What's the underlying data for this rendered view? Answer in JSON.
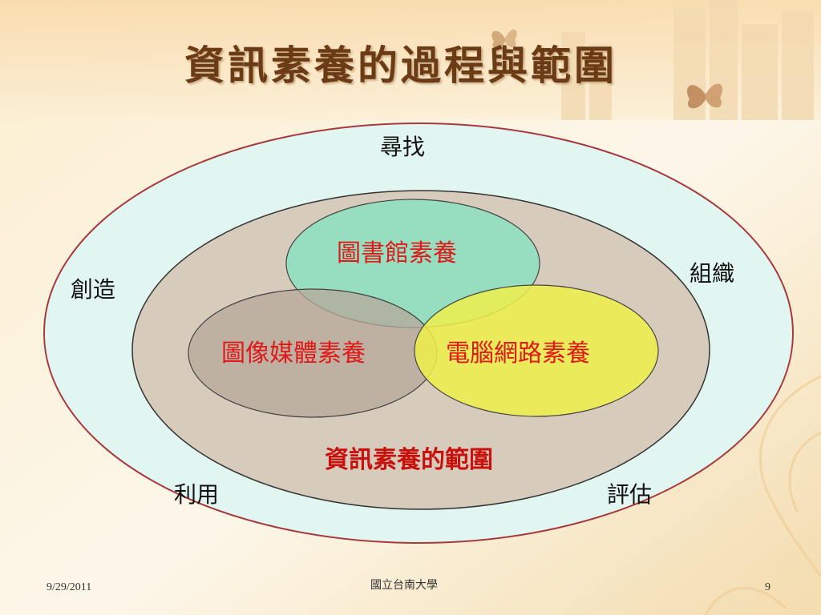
{
  "slide": {
    "title": "資訊素養的過程與範圍",
    "process_labels": {
      "top": "尋找",
      "left": "創造",
      "right": "組織",
      "bottom_left": "利用",
      "bottom_right": "評估"
    },
    "scope_label": "資訊素養的範圍",
    "literacies": {
      "library": "圖書館素養",
      "media": "圖像媒體素養",
      "network": "電腦網路素養"
    },
    "colors": {
      "outer_fill": "#e2f6f1",
      "outer_stroke": "#a8383c",
      "inner_fill": "#d7cbbc",
      "library_fill": "#8be2c0",
      "media_fill": "#b5a89a",
      "network_fill": "#eef04a",
      "red_text": "#e01818",
      "title_color": "#6a3b14"
    }
  },
  "footer": {
    "date": "9/29/2011",
    "institution": "國立台南大學",
    "page": "9"
  }
}
